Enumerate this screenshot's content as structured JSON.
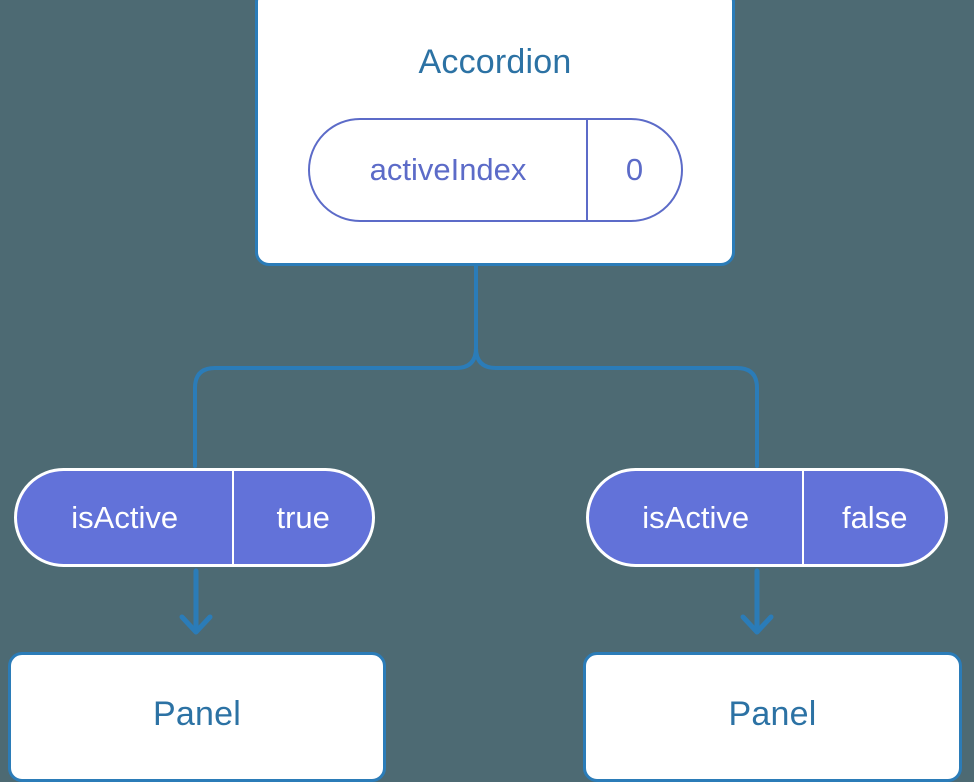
{
  "diagram": {
    "type": "component-tree",
    "background_color": "#4d6a73",
    "accent_blue": "#2b7cb8",
    "accent_purple": "#6272d9",
    "outline_purple": "#5c6bc8",
    "title_blue": "#2c72a4"
  },
  "root": {
    "title": "Accordion",
    "state": {
      "key": "activeIndex",
      "value": "0"
    }
  },
  "branches": [
    {
      "prop": {
        "key": "isActive",
        "value": "true"
      },
      "child": {
        "title": "Panel"
      }
    },
    {
      "prop": {
        "key": "isActive",
        "value": "false"
      },
      "child": {
        "title": "Panel"
      }
    }
  ],
  "connectors": {
    "tree_edge_color": "#2b7cb8",
    "arrow_color": "#2b7cb8"
  }
}
